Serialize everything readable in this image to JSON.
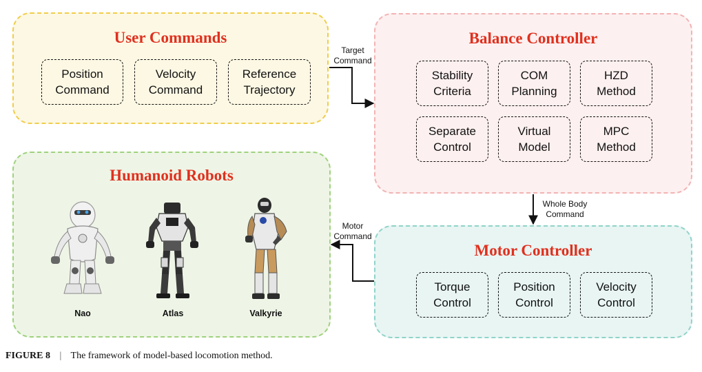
{
  "panels": {
    "user_commands": {
      "title": "User Commands",
      "items": [
        "Position\nCommand",
        "Velocity\nCommand",
        "Reference\nTrajectory"
      ]
    },
    "balance_controller": {
      "title": "Balance Controller",
      "items": [
        "Stability\nCriteria",
        "COM\nPlanning",
        "HZD\nMethod",
        "Separate\nControl",
        "Virtual\nModel",
        "MPC\nMethod"
      ]
    },
    "motor_controller": {
      "title": "Motor Controller",
      "items": [
        "Torque\nControl",
        "Position\nControl",
        "Velocity\nControl"
      ]
    },
    "humanoid_robots": {
      "title": "Humanoid Robots",
      "robots": [
        "Nao",
        "Atlas",
        "Valkyrie"
      ]
    }
  },
  "arrows": {
    "target_command": "Target\nCommand",
    "whole_body_command": "Whole Body\nCommand",
    "motor_command": "Motor\nCommand"
  },
  "caption": {
    "label": "FIGURE 8",
    "separator": "|",
    "text": "The framework of model-based locomotion method."
  },
  "colors": {
    "title_red": "#e0301e",
    "user_fill": "#fdf8e4",
    "user_border": "#f0cd4a",
    "balance_fill": "#fdf0f0",
    "balance_border": "#f2b3b3",
    "motor_fill": "#e8f5f3",
    "motor_border": "#8fd3c9",
    "robots_fill": "#eef5e6",
    "robots_border": "#9fd17d"
  }
}
